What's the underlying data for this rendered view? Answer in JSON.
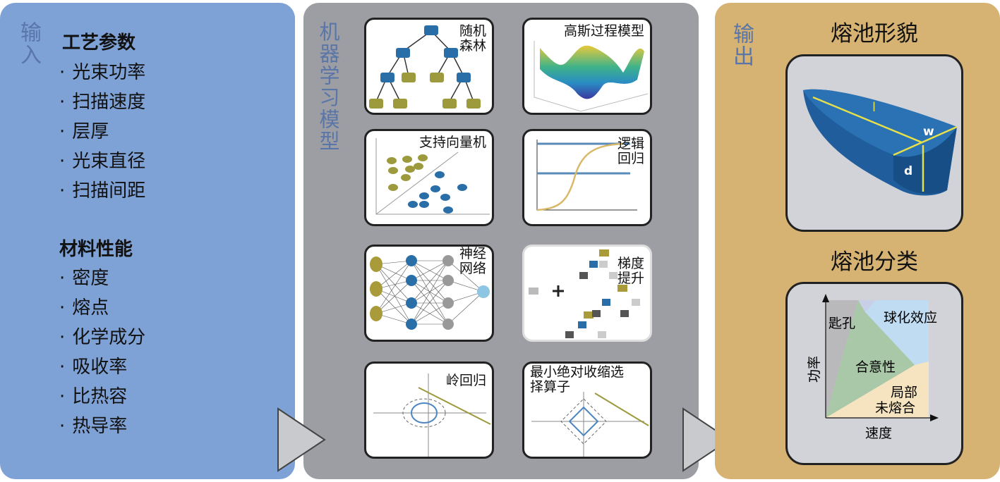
{
  "input": {
    "title": "输入",
    "process_heading": "工艺参数",
    "process_items": [
      "光束功率",
      "扫描速度",
      "层厚",
      "光束直径",
      "扫描间距"
    ],
    "material_heading": "材料性能",
    "material_items": [
      "密度",
      "熔点",
      "化学成分",
      "吸收率",
      "比热容",
      "热导率"
    ]
  },
  "ml": {
    "title": "机器学习模型",
    "models": [
      "随机森林",
      "高斯过程模型",
      "支持向量机",
      "逻辑回归",
      "神经网络",
      "梯度提升",
      "岭回归",
      "最小绝对收缩选择算子"
    ]
  },
  "output": {
    "title": "输出",
    "morphology_title": "熔池形貌",
    "dims": {
      "l": "l",
      "w": "w",
      "d": "d"
    },
    "classification_title": "熔池分类",
    "regions": {
      "keyhole": "匙孔",
      "balling": "球化效应",
      "conforming": "合意性",
      "lack_of_fusion_1": "局部",
      "lack_of_fusion_2": "未熔合"
    },
    "x_axis": "速度",
    "y_axis": "功率"
  },
  "colors": {
    "input": "#7fa2d6",
    "ml": "#9d9ea3",
    "output": "#d6b372",
    "blue": "#2a6ea8",
    "olive": "#9c9a3c"
  }
}
